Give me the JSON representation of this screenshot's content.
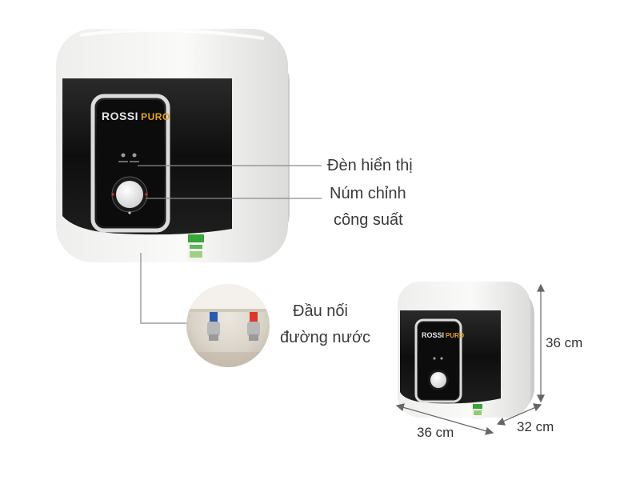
{
  "brand": {
    "main": "ROSSI",
    "sub": "PURO"
  },
  "callouts": {
    "indicator_light": "Đèn hiển thị",
    "power_knob_line1": "Núm chỉnh",
    "power_knob_line2": "công suất",
    "water_connector_line1": "Đầu nối",
    "water_connector_line2": "đường nước"
  },
  "dimensions": {
    "height": "36 cm",
    "width": "36 cm",
    "depth": "32 cm"
  },
  "colors": {
    "body_white": "#f3f3f1",
    "panel_black": "#141414",
    "frame_silver": "#d9d9d9",
    "label_green": "#3aa63a",
    "leader_line": "#8a8a8a",
    "text": "#3a3a3a"
  }
}
